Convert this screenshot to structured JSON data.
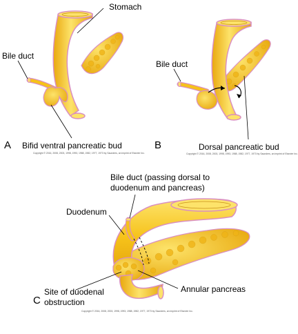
{
  "panels": [
    {
      "letter": "A",
      "labels": {
        "stomach": "Stomach",
        "bile_duct": "Bile duct",
        "ventral_bud": "Bifid ventral pancreatic bud"
      },
      "copyright": "Copyright © 2016, 2008, 2003, 1998, 1993, 1988, 1982, 1977, 1973 by Saunders, an imprint of Elsevier Inc."
    },
    {
      "letter": "B",
      "labels": {
        "bile_duct": "Bile duct",
        "dorsal_bud": "Dorsal pancreatic bud"
      },
      "copyright": "Copyright © 2016, 2008, 2003, 1998, 1993, 1988, 1982, 1977, 1973 by Saunders, an imprint of Elsevier Inc."
    },
    {
      "letter": "C",
      "labels": {
        "bile_duct_line1": "Bile duct (passing dorsal to",
        "bile_duct_line2": "duodenum and pancreas)",
        "duodenum": "Duodenum",
        "annular_pancreas": "Annular pancreas",
        "obstruction_line1": "Site of duodenal",
        "obstruction_line2": "obstruction"
      },
      "copyright": "Copyright © 2016, 2008, 2003, 1998, 1993, 1988, 1982, 1977, 1973 by Saunders, an imprint of Elsevier Inc."
    }
  ],
  "colors": {
    "organ_fill": "#f6c21a",
    "organ_highlight": "#fde36a",
    "organ_outline": "#d98fc0",
    "pancreas_fill": "#f0b416"
  }
}
